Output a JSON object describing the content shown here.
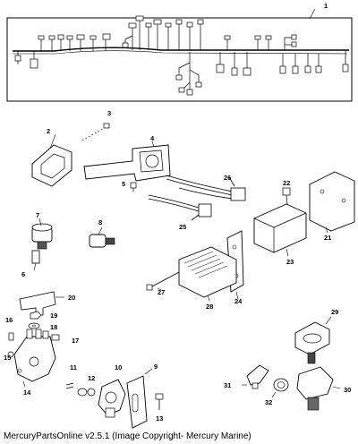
{
  "callouts": [
    {
      "id": "c1",
      "label": "1"
    },
    {
      "id": "c2",
      "label": "2"
    },
    {
      "id": "c3",
      "label": "3"
    },
    {
      "id": "c4",
      "label": "4"
    },
    {
      "id": "c5",
      "label": "5"
    },
    {
      "id": "c6",
      "label": "6"
    },
    {
      "id": "c7",
      "label": "7"
    },
    {
      "id": "c8",
      "label": "8"
    },
    {
      "id": "c9",
      "label": "9"
    },
    {
      "id": "c10",
      "label": "10"
    },
    {
      "id": "c11",
      "label": "11"
    },
    {
      "id": "c12",
      "label": "12"
    },
    {
      "id": "c13",
      "label": "13"
    },
    {
      "id": "c14",
      "label": "14"
    },
    {
      "id": "c15",
      "label": "15"
    },
    {
      "id": "c16",
      "label": "16"
    },
    {
      "id": "c17",
      "label": "17"
    },
    {
      "id": "c18",
      "label": "18"
    },
    {
      "id": "c19",
      "label": "19"
    },
    {
      "id": "c20",
      "label": "20"
    },
    {
      "id": "c21",
      "label": "21"
    },
    {
      "id": "c22",
      "label": "22"
    },
    {
      "id": "c23",
      "label": "23"
    },
    {
      "id": "c24",
      "label": "24"
    },
    {
      "id": "c25",
      "label": "25"
    },
    {
      "id": "c26",
      "label": "26"
    },
    {
      "id": "c27",
      "label": "27"
    },
    {
      "id": "c28",
      "label": "28"
    },
    {
      "id": "c29",
      "label": "29"
    },
    {
      "id": "c30",
      "label": "30"
    },
    {
      "id": "c31",
      "label": "31"
    },
    {
      "id": "c32",
      "label": "32"
    }
  ],
  "footer": {
    "text": "MercuryPartsOnline v2.5.1 (Image Copyright- Mercury Marine)"
  }
}
